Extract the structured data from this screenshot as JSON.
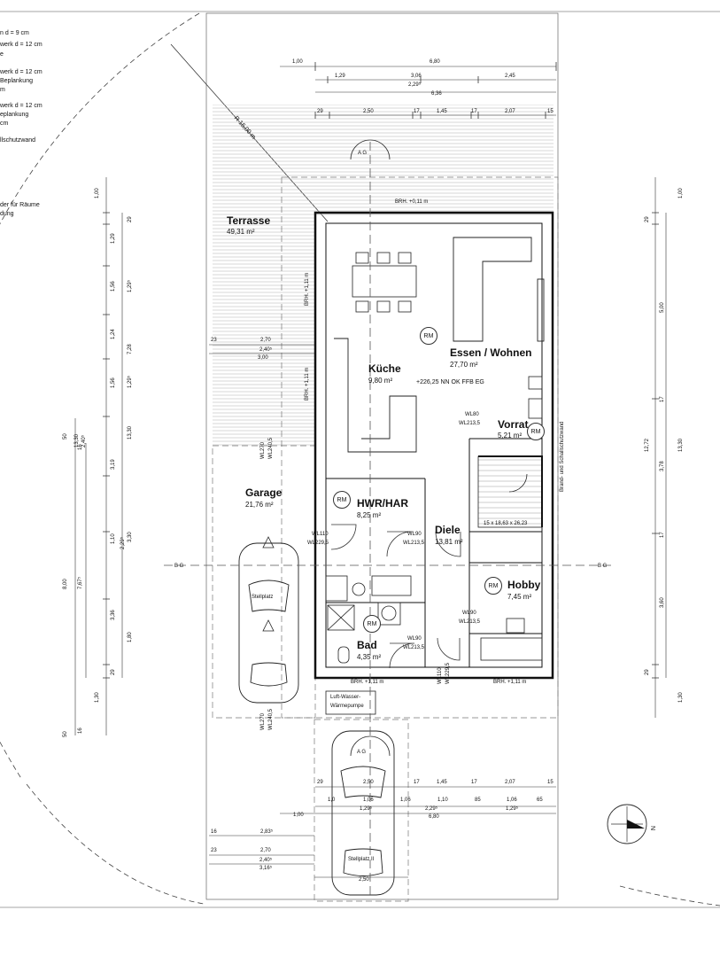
{
  "legend": [
    "n d = 9 cm",
    "werk d = 12 cm",
    "e",
    "werk d = 12 cm",
    "Beplankung",
    "m",
    "werk d = 12 cm",
    "eplankung",
    "cm",
    "llschutzwand",
    "der für Räume",
    "dung"
  ],
  "rooms": [
    {
      "name": "Terrasse",
      "area": "49,31 m²"
    },
    {
      "name": "Küche",
      "area": "9,80 m²"
    },
    {
      "name": "Essen / Wohnen",
      "area": "27,70 m²"
    },
    {
      "name": "Vorrat",
      "area": "5,21 m²"
    },
    {
      "name": "Garage",
      "area": "21,76 m²"
    },
    {
      "name": "HWR/HAR",
      "area": "8,25 m²"
    },
    {
      "name": "Diele",
      "area": "13,81 m²"
    },
    {
      "name": "Hobby",
      "area": "7,45 m²"
    },
    {
      "name": "Bad",
      "area": "4,35 m²"
    }
  ],
  "annotations": {
    "radius": "R 15,00 m",
    "section_ag": "A G",
    "section_bg": "B G",
    "level": "+226,25 NN OK FFB EG",
    "stairs": "15 x 18,63 x 26,23",
    "firewall": "Brand- und Schallschutzwand",
    "stellplatz": "Stellplatz",
    "stellplatz2": "Stellplatz II",
    "heatpump_1": "Luft-Wasser-",
    "heatpump_2": "Wärmepumpe",
    "brh_top": "BRH. +0,11 m",
    "brh_left1": "BRH. +1,11 m",
    "brh_left2": "BRH. +1,11 m",
    "brh_bottom1": "BRH. +1,11 m",
    "brh_bottom2": "BRH. +1,11 m",
    "rm": "RM",
    "north": "N"
  },
  "wall_openings": [
    {
      "a": "WL80",
      "b": "WL213,5"
    },
    {
      "a": "WL110",
      "b": "WL229,5"
    },
    {
      "a": "WL90",
      "b": "WL213,5"
    },
    {
      "a": "WL90",
      "b": "WL213,5"
    },
    {
      "a": "WL90",
      "b": "WL213,5"
    }
  ],
  "vertical_openings": {
    "garage_top_a": "WL270",
    "garage_top_b": "WL240,5",
    "garage_bot_a": "WL270",
    "garage_bot_b": "WL240,5",
    "bad_a": "WL110",
    "bad_b": "WL229,5"
  },
  "dimensions": {
    "top_row1": [
      "1,00",
      "6,80"
    ],
    "top_row2": [
      "1,29",
      "3,06",
      "2,45",
      "2,29⁵"
    ],
    "top_row3": [
      "6,36"
    ],
    "top_row4": [
      "29",
      "2,50",
      "17",
      "1,45",
      "17",
      "2,07",
      "15"
    ],
    "terrace_row": [
      "23",
      "2,70",
      "2,40⁵",
      "3,00"
    ],
    "bottom_row1": [
      "29",
      "2,50",
      "17",
      "1,45",
      "17",
      "2,07",
      "15"
    ],
    "bottom_row2": [
      "1,0",
      "1,06",
      "1,06",
      "1,10",
      "85",
      "1,06",
      "65"
    ],
    "bottom_row3": [
      "1,00",
      "1,29⁵",
      "2,29⁵",
      "1,29⁵",
      "6,80"
    ],
    "bottom_row4": [
      "16",
      "2,83⁵"
    ],
    "bottom_row5": [
      "23",
      "2,70",
      "2,40⁵",
      "3,16⁵"
    ],
    "bottom_row6": [
      "2,50"
    ],
    "left_col1": [
      "1,00",
      "29",
      "1,29",
      "1,56",
      "1,24",
      "1,56",
      "50",
      "16",
      "3,19",
      "1,10",
      "3,36",
      "29",
      "1,30",
      "50",
      "16"
    ],
    "left_col2": [
      "1,29⁵",
      "7,28",
      "1,29⁵",
      "13,30",
      "2,40⁵",
      "2,29⁵",
      "3,30",
      "8,00",
      "7,67⁵",
      "1,80"
    ],
    "right_col1": [
      "1,00",
      "29",
      "5,00",
      "17",
      "3,78",
      "17",
      "3,60",
      "29",
      "1,30"
    ],
    "right_col2": [
      "12,72",
      "13,30"
    ]
  }
}
